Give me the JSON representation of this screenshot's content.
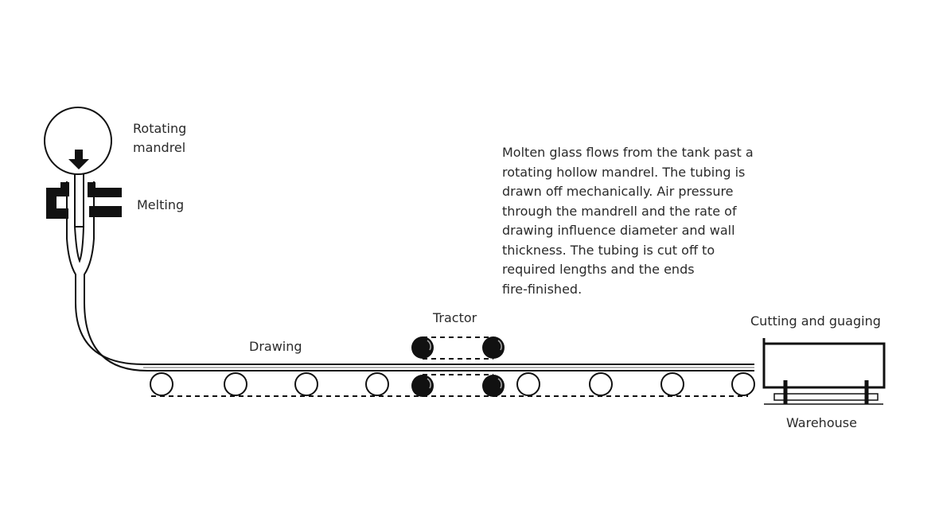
{
  "labels": {
    "rotating_mandrel": "Rotating\nmandrel",
    "melting": "Melting",
    "drawing": "Drawing",
    "tractor": "Tractor",
    "cutting": "Cutting and guaging",
    "warehouse": "Warehouse"
  },
  "description": "Molten glass flows from the tank past a\nrotating hollow mandrel. The tubing is\ndrawn off mechanically. Air pressure\nthrough the mandrell and the rate of\ndrawing influence diameter and wall\nthickness. The tubing is cut off to\nrequired lengths and the ends\nfire-finished.",
  "colors": {
    "stroke": "#111111",
    "text": "#2a2a2a"
  }
}
